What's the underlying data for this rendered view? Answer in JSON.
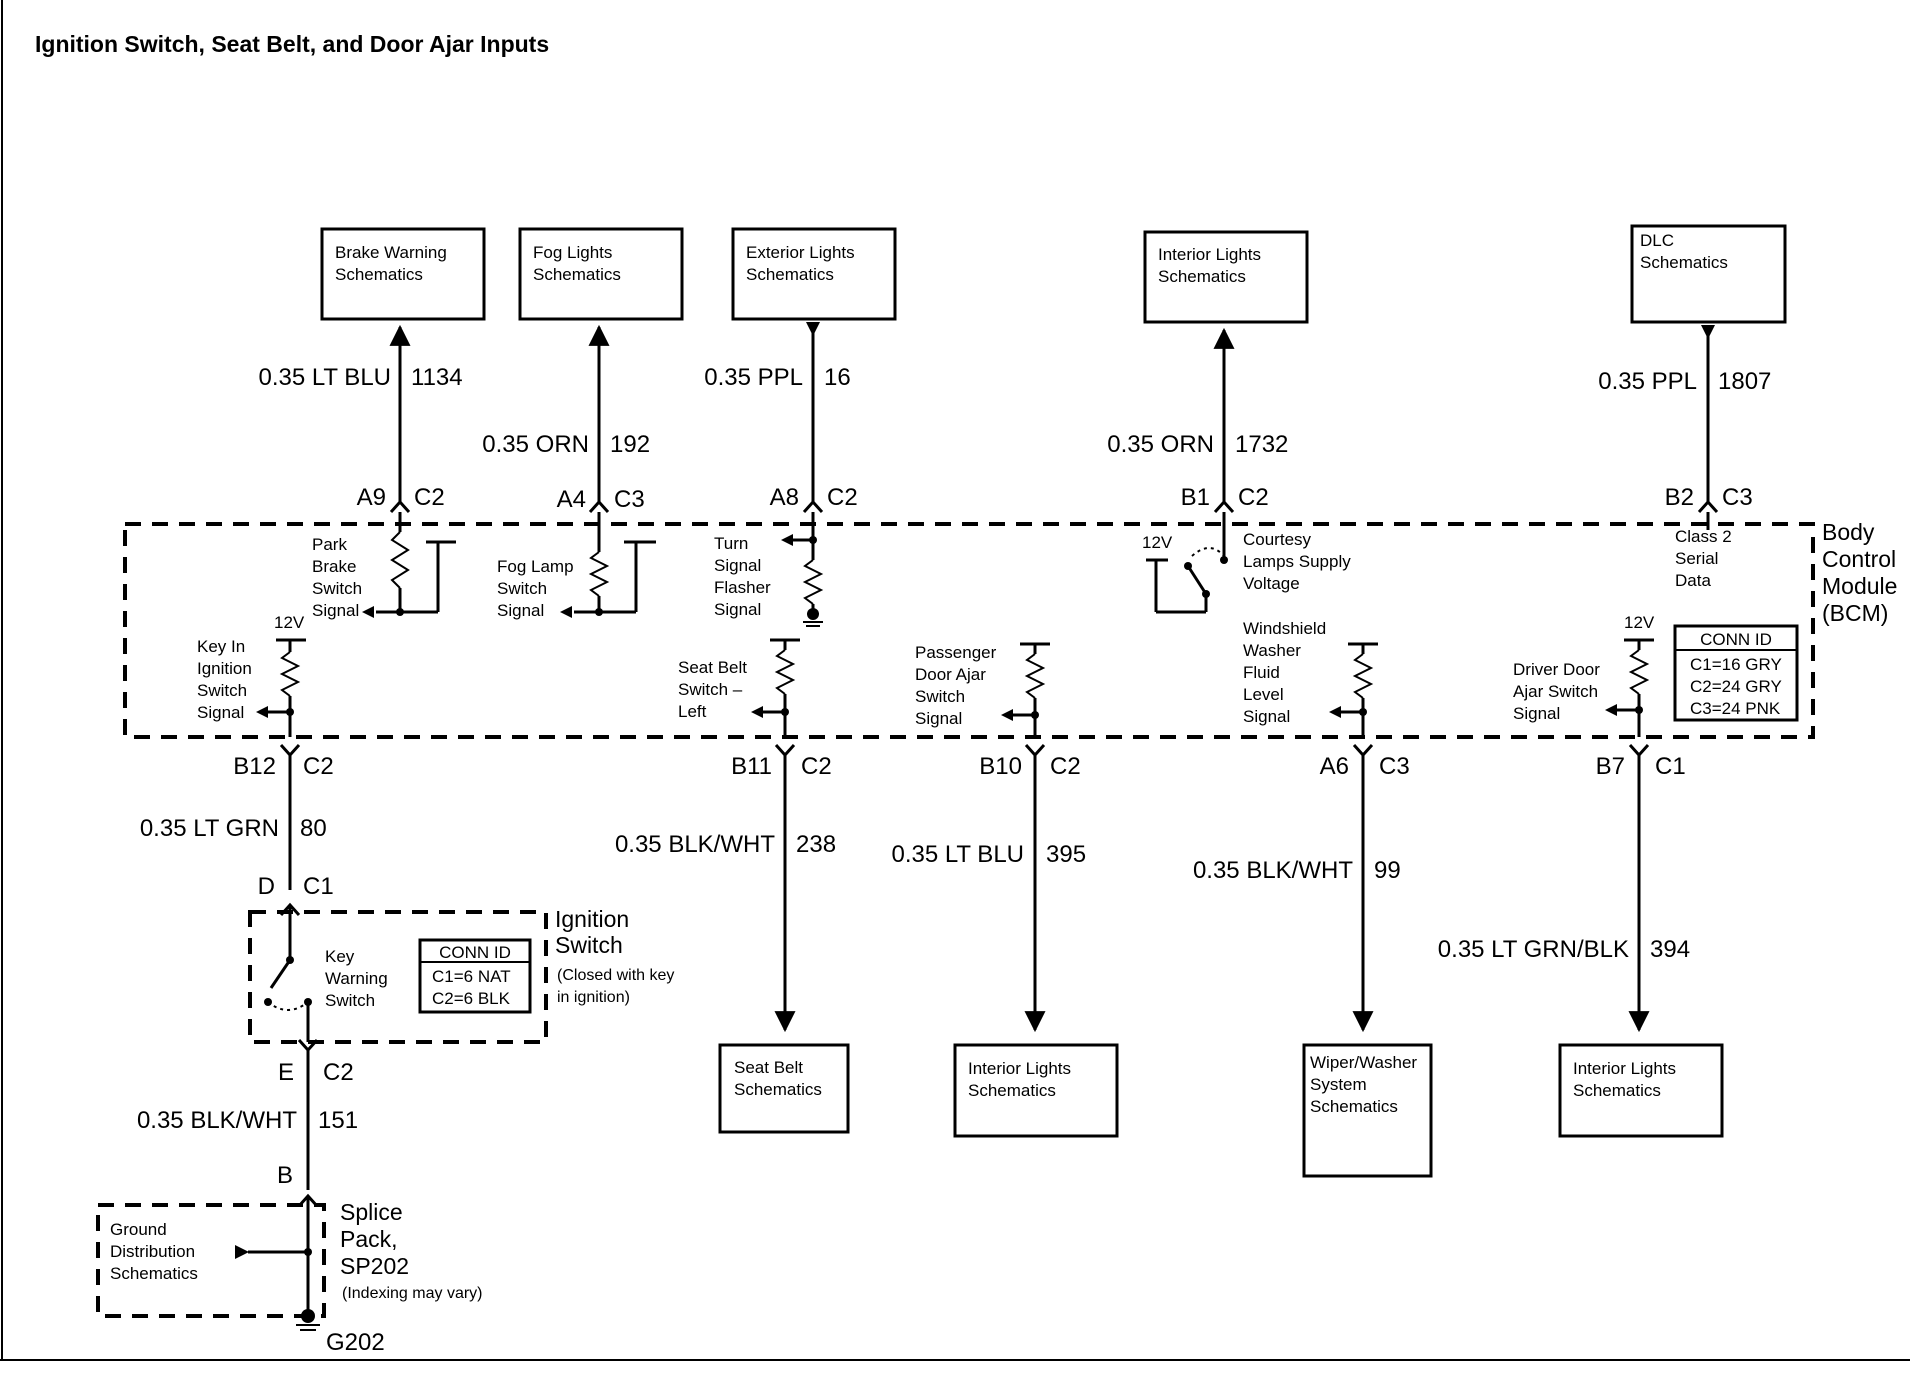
{
  "title": "Ignition Switch, Seat Belt, and Door Ajar Inputs",
  "colors": {
    "line": "#000000",
    "background": "#ffffff"
  },
  "boxes": {
    "brake_warning": [
      "Brake Warning",
      "Schematics"
    ],
    "fog_lights": [
      "Fog Lights",
      "Schematics"
    ],
    "exterior_lights": [
      "Exterior Lights",
      "Schematics"
    ],
    "interior_lights_top": [
      "Interior Lights",
      "Schematics"
    ],
    "dlc": [
      "DLC",
      "Schematics"
    ],
    "seat_belt": [
      "Seat Belt",
      "Schematics"
    ],
    "interior_lights_b1": [
      "Interior Lights",
      "Schematics"
    ],
    "wiper_washer": [
      "Wiper/Washer",
      "System",
      "Schematics"
    ],
    "interior_lights_b2": [
      "Interior Lights",
      "Schematics"
    ]
  },
  "wires": {
    "brake": {
      "gauge": "0.35 LT BLU",
      "circuit": "1134"
    },
    "fog": {
      "gauge": "0.35 ORN",
      "circuit": "192"
    },
    "turn": {
      "gauge": "0.35 PPL",
      "circuit": "16"
    },
    "courtesy": {
      "gauge": "0.35 ORN",
      "circuit": "1732"
    },
    "dlc": {
      "gauge": "0.35 PPL",
      "circuit": "1807"
    },
    "key_in": {
      "gauge": "0.35 LT GRN",
      "circuit": "80"
    },
    "seat_belt": {
      "gauge": "0.35 BLK/WHT",
      "circuit": "238"
    },
    "pass_door": {
      "gauge": "0.35 LT BLU",
      "circuit": "395"
    },
    "washer": {
      "gauge": "0.35 BLK/WHT",
      "circuit": "99"
    },
    "driver_door": {
      "gauge": "0.35 LT GRN/BLK",
      "circuit": "394"
    },
    "ground": {
      "gauge": "0.35 BLK/WHT",
      "circuit": "151"
    }
  },
  "pins": {
    "a9": {
      "pin": "A9",
      "conn": "C2"
    },
    "a4": {
      "pin": "A4",
      "conn": "C3"
    },
    "a8": {
      "pin": "A8",
      "conn": "C2"
    },
    "b1": {
      "pin": "B1",
      "conn": "C2"
    },
    "b2": {
      "pin": "B2",
      "conn": "C3"
    },
    "b12": {
      "pin": "B12",
      "conn": "C2"
    },
    "b11": {
      "pin": "B11",
      "conn": "C2"
    },
    "b10": {
      "pin": "B10",
      "conn": "C2"
    },
    "a6": {
      "pin": "A6",
      "conn": "C3"
    },
    "b7": {
      "pin": "B7",
      "conn": "C1"
    },
    "d": {
      "pin": "D",
      "conn": "C1"
    },
    "e": {
      "pin": "E",
      "conn": "C2"
    },
    "b": {
      "pin": "B"
    }
  },
  "bcm": {
    "label": [
      "Body",
      "Control",
      "Module",
      "(BCM)"
    ],
    "park_brake": [
      "Park",
      "Brake",
      "Switch",
      "Signal"
    ],
    "fog_lamp": [
      "Fog Lamp",
      "Switch",
      "Signal"
    ],
    "turn_signal": [
      "Turn",
      "Signal",
      "Flasher",
      "Signal"
    ],
    "courtesy": [
      "Courtesy",
      "Lamps Supply",
      "Voltage"
    ],
    "class2": [
      "Class 2",
      "Serial",
      "Data"
    ],
    "key_in": [
      "Key In",
      "Ignition",
      "Switch",
      "Signal"
    ],
    "seat_belt": [
      "Seat Belt",
      "Switch –",
      "Left"
    ],
    "pass_door": [
      "Passenger",
      "Door Ajar",
      "Switch",
      "Signal"
    ],
    "washer": [
      "Windshield",
      "Washer",
      "Fluid",
      "Level",
      "Signal"
    ],
    "driver_door": [
      "Driver Door",
      "Ajar Switch",
      "Signal"
    ],
    "v12": "12V",
    "conn_id": {
      "title": "CONN ID",
      "rows": [
        "C1=16 GRY",
        "C2=24 GRY",
        "C3=24 PNK"
      ]
    }
  },
  "ignition": {
    "label": [
      "Ignition",
      "Switch"
    ],
    "note": [
      "(Closed with key",
      "in ignition)"
    ],
    "key_warning": [
      "Key",
      "Warning",
      "Switch"
    ],
    "conn_id": {
      "title": "CONN ID",
      "rows": [
        "C1=6 NAT",
        "C2=6 BLK"
      ]
    }
  },
  "splice": {
    "label": [
      "Splice",
      "Pack,",
      "SP202"
    ],
    "note": "(Indexing may vary)",
    "ground_dist": [
      "Ground",
      "Distribution",
      "Schematics"
    ],
    "ground": "G202"
  },
  "icons": [
    "resistor-icon",
    "switch-icon",
    "ground-icon",
    "arrow-icon",
    "connector-icon"
  ]
}
